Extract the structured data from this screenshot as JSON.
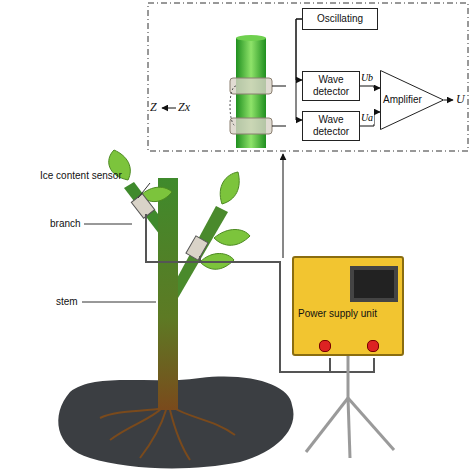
{
  "diagram": {
    "nodes": [
      {
        "text": [
          "Oscillating"
        ]
      },
      {
        "text": [
          "Wave detector"
        ]
      },
      {
        "text": [
          "Wave detector"
        ]
      },
      {
        "text": [
          "Amplifier"
        ]
      },
      {
        "text": [
          "Power supply unit"
        ]
      }
    ],
    "edges": [
      {
        "from": 0,
        "to": 1,
        "arrow": "to"
      },
      {
        "from": 0,
        "to": 2,
        "arrow": "to"
      },
      {
        "from": 1,
        "to": 3,
        "label": "Ub",
        "arrow": "to"
      },
      {
        "from": 2,
        "to": 3,
        "label": "Ua",
        "arrow": "to"
      }
    ],
    "labels": [
      "Z",
      "Zx",
      "U",
      "Ice content sensor",
      "branch",
      "stem"
    ]
  }
}
